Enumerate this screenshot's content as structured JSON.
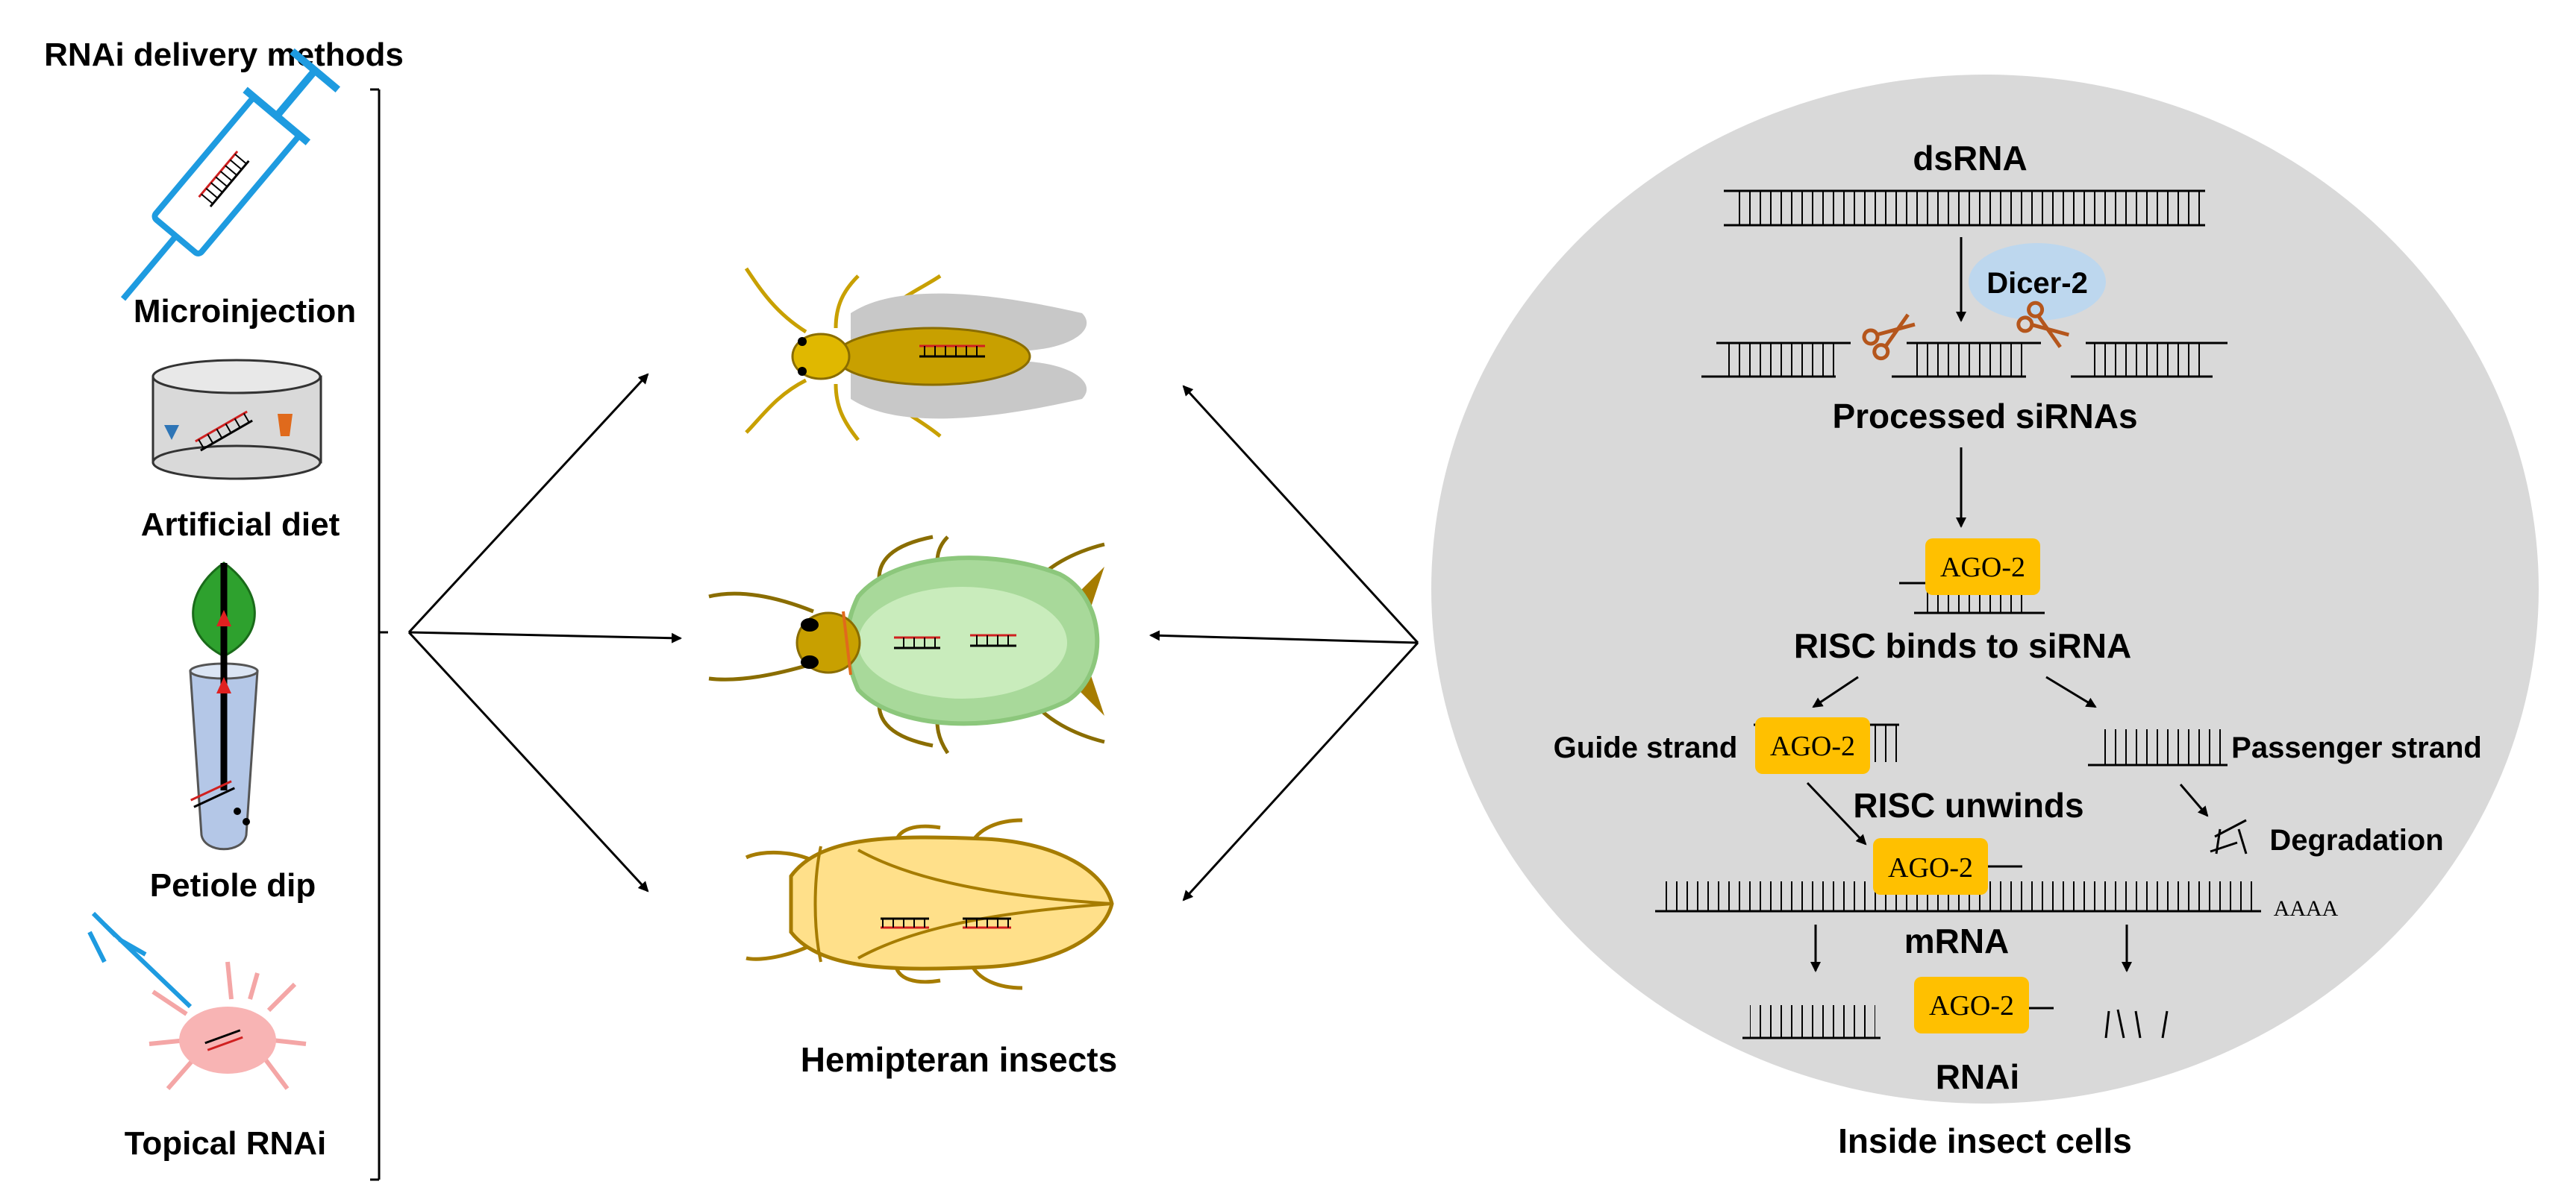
{
  "title": "RNAi delivery methods",
  "methods": [
    {
      "label": "Microinjection",
      "icon": "syringe-icon"
    },
    {
      "label": "Artificial diet",
      "icon": "diet-container-icon"
    },
    {
      "label": "Petiole dip",
      "icon": "leaf-petiole-tube-icon"
    },
    {
      "label": "Topical RNAi",
      "icon": "pipette-mite-icon"
    }
  ],
  "insects": {
    "label": "Hemipteran insects",
    "icons": [
      "whitefly-icon",
      "aphid-icon",
      "planthopper-icon"
    ]
  },
  "cell": {
    "footer": "Inside insect cells",
    "dsrna": "dsRNA",
    "dicer": "Dicer-2",
    "processed": "Processed siRNAs",
    "ago": "AGO-2",
    "risc_binds": "RISC binds to siRNA",
    "guide": "Guide strand",
    "passenger": "Passenger strand",
    "unwinds": "RISC unwinds",
    "degradation": "Degradation",
    "polya": "AAAA",
    "mrna": "mRNA",
    "rnai": "RNAi"
  },
  "colors": {
    "cell_bg": "#d9d9d9",
    "ago": "#ffc000",
    "dicer": "#bdd7ee",
    "syringe": "#1e9be0",
    "scissors": "#b5561c",
    "whitefly_body": "#c8a000",
    "aphid_body": "#a8d99a",
    "planthopper_body": "#ffe08a",
    "mite": "#f8b4b4"
  }
}
